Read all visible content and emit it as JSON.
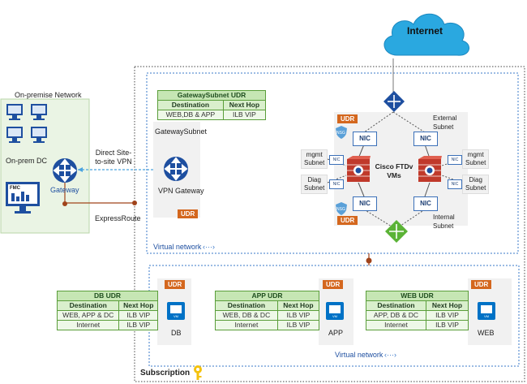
{
  "internet": {
    "label": "Internet"
  },
  "onprem": {
    "title": "On-premise Network",
    "dc_label": "On-prem DC",
    "fmc_label": "FMC",
    "gateway_label": "Gateway"
  },
  "links": {
    "vpn_label": "Direct Site-\nto-site VPN",
    "expressroute_label": "ExpressRoute"
  },
  "gateway_subnet": {
    "udr_title": "GatewaySubnet UDR",
    "columns": [
      "Destination",
      "Next Hop"
    ],
    "rows": [
      [
        "WEB,DB & APP",
        "ILB VIP"
      ]
    ],
    "subnet_label": "GatewaySubnet",
    "vpn_gateway_label": "VPN Gateway",
    "udr_badge": "UDR"
  },
  "ftd": {
    "external_subnet": "External\nSubnet",
    "internal_subnet": "Internal\nSubnet",
    "mgmt_subnet": "mgmt\nSubnet",
    "diag_subnet": "Diag\nSubnet",
    "vms_label": "Cisco FTDv\nVMs",
    "nic_label": "NIC",
    "mini_nic_label": "NIC",
    "udr_badge": "UDR",
    "nsg_label": "NSG"
  },
  "vnet_top": {
    "label": "Virtual network"
  },
  "vnet_bottom": {
    "label": "Virtual network"
  },
  "db": {
    "udr_title": "DB UDR",
    "columns": [
      "Destination",
      "Next Hop"
    ],
    "rows": [
      [
        "WEB, APP & DC",
        "ILB VIP"
      ],
      [
        "Internet",
        "ILB VIP"
      ]
    ],
    "udr_badge": "UDR",
    "vm_label": "DB"
  },
  "app": {
    "udr_title": "APP UDR",
    "columns": [
      "Destination",
      "Next Hop"
    ],
    "rows": [
      [
        "WEB, DB & DC",
        "ILB VIP"
      ],
      [
        "Internet",
        "ILB VIP"
      ]
    ],
    "udr_badge": "UDR",
    "vm_label": "APP"
  },
  "web": {
    "udr_title": "WEB UDR",
    "columns": [
      "Destination",
      "Next Hop"
    ],
    "rows": [
      [
        "APP, DB & DC",
        "ILB VIP"
      ],
      [
        "Internet",
        "ILB VIP"
      ]
    ],
    "udr_badge": "UDR",
    "vm_label": "WEB"
  },
  "vm_icon_text": "VM",
  "subscription": {
    "label": "Subscription"
  },
  "colors": {
    "udr_orange": "#d4671e",
    "azure_blue": "#0072c6",
    "router_blue": "#1e4fa0",
    "onprem_green": "#eaf4e4",
    "firewall_red": "#c0392b"
  }
}
